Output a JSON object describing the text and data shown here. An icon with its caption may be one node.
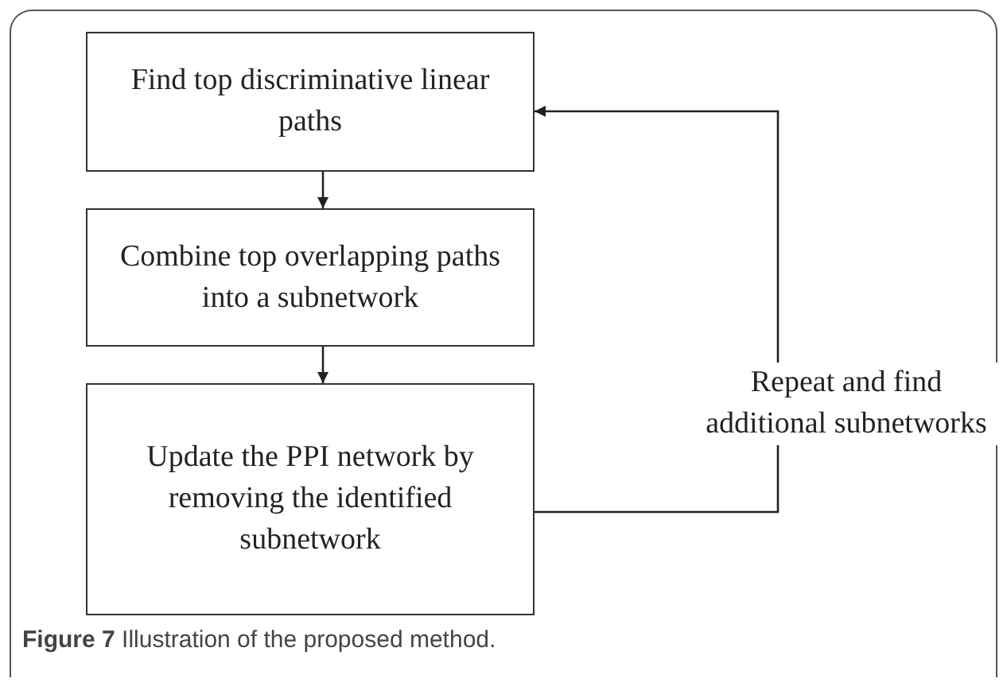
{
  "diagram": {
    "caption": "**Figure 7** Illustration of the proposed method.",
    "nodes": [
      {
        "text": [
          "Find top discriminative linear paths"
        ]
      },
      {
        "text": [
          "Combine top overlapping paths into a subnetwork"
        ]
      },
      {
        "text": [
          "Update the PPI network by removing the identified subnetwork"
        ]
      }
    ],
    "edges": [
      {
        "from": 0,
        "to": 1,
        "arrow": "to"
      },
      {
        "from": 1,
        "to": 2,
        "arrow": "to"
      },
      {
        "from": 2,
        "to": 0,
        "arrow": "to",
        "label": "Repeat and find additional subnetworks"
      }
    ]
  }
}
